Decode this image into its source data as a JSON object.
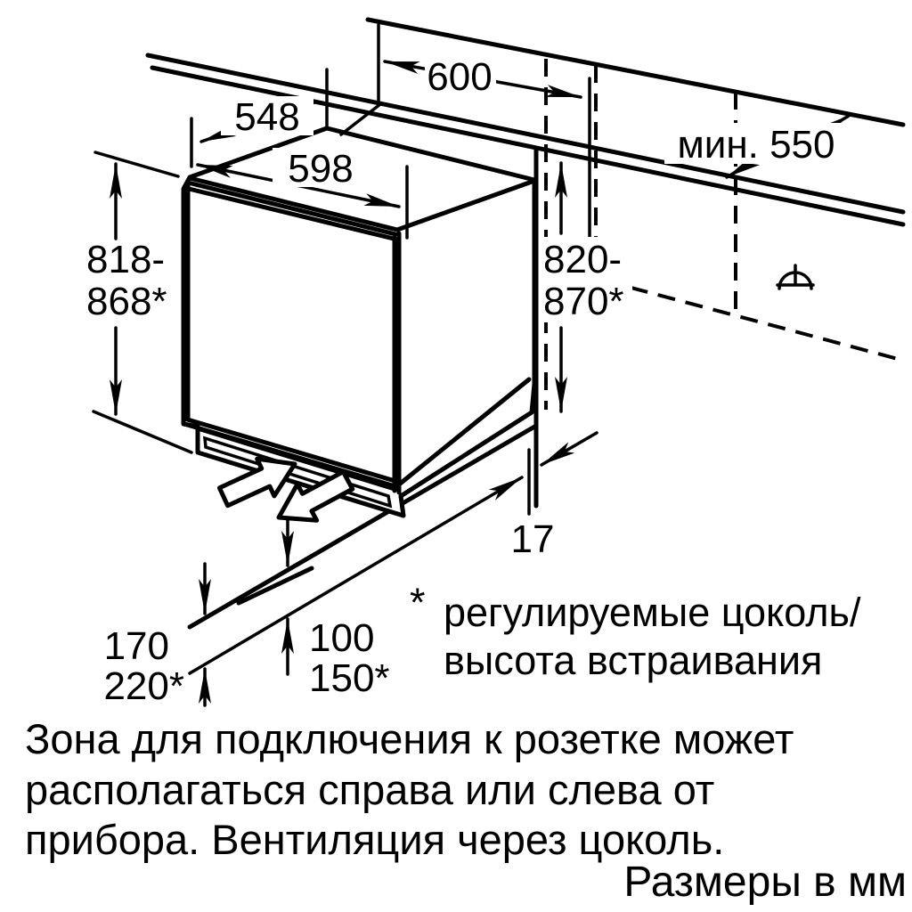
{
  "diagram": {
    "dim_labels": {
      "niche_width": "600",
      "countertop_depth_min": "мин. 550",
      "appliance_depth": "548",
      "appliance_width": "598",
      "appliance_height_line1": "818-",
      "appliance_height_line2": "868*",
      "niche_height_line1": "820-",
      "niche_height_line2": "870*",
      "rear_gap": "17",
      "plinth_left_line1": "170",
      "plinth_left_line2": "220*",
      "plinth_front_line1": "100",
      "plinth_front_line2": "150*"
    },
    "footnote": {
      "marker": "*",
      "line1": "регулируемые цоколь/",
      "line2": "высота встраивания"
    },
    "caption": {
      "line1": "Зона для подключения к розетке может",
      "line2": "располагаться справа или слева от",
      "line3": "прибора. Вентиляция через цоколь."
    },
    "units_note": "Размеры в мм",
    "icons": {
      "power_socket": "power-socket-symbol",
      "airflow_in": "airflow-in-arrow",
      "airflow_out": "airflow-out-arrow"
    },
    "colors": {
      "ink": "#000000",
      "paper": "#ffffff"
    }
  }
}
